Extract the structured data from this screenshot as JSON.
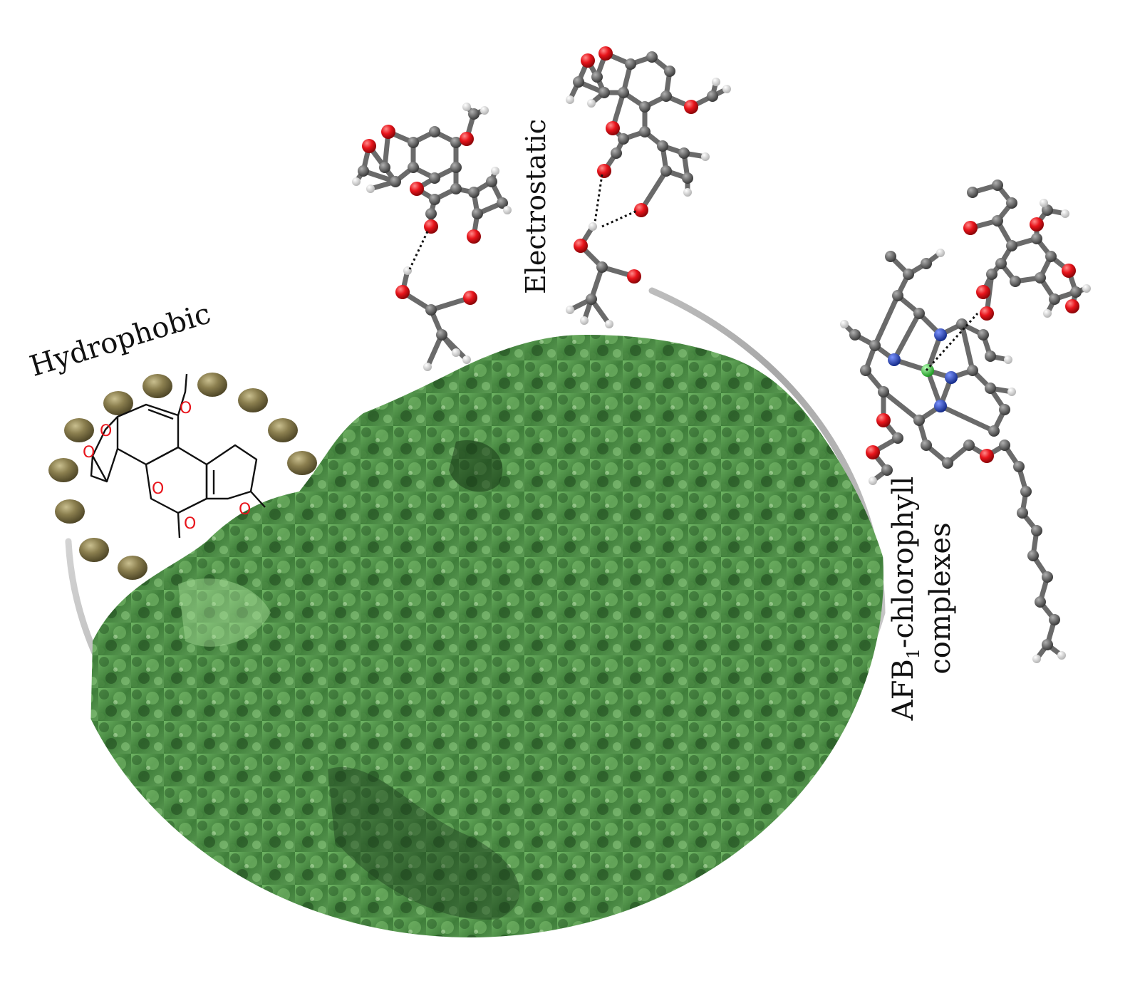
{
  "labels": {
    "hydrophobic": "Hydrophobic",
    "electrostatic": "Electrostatic",
    "complex_prefix": "AFB",
    "complex_subscript": "1",
    "complex_suffix": "-chlorophyll",
    "complex_line2": "complexes"
  },
  "structure_atoms": {
    "O": "O"
  },
  "colors": {
    "oxygen": "#e8141b",
    "carbon": "#6f6f6f",
    "hydrogen": "#e6e6e6",
    "nitrogen": "#1c3fb8",
    "magnesium": "#35d13a",
    "bead": "#7f7446",
    "rim": "#b9b9b9",
    "foliage_dark": "#2f6a2c",
    "foliage_light": "#84c27a"
  }
}
